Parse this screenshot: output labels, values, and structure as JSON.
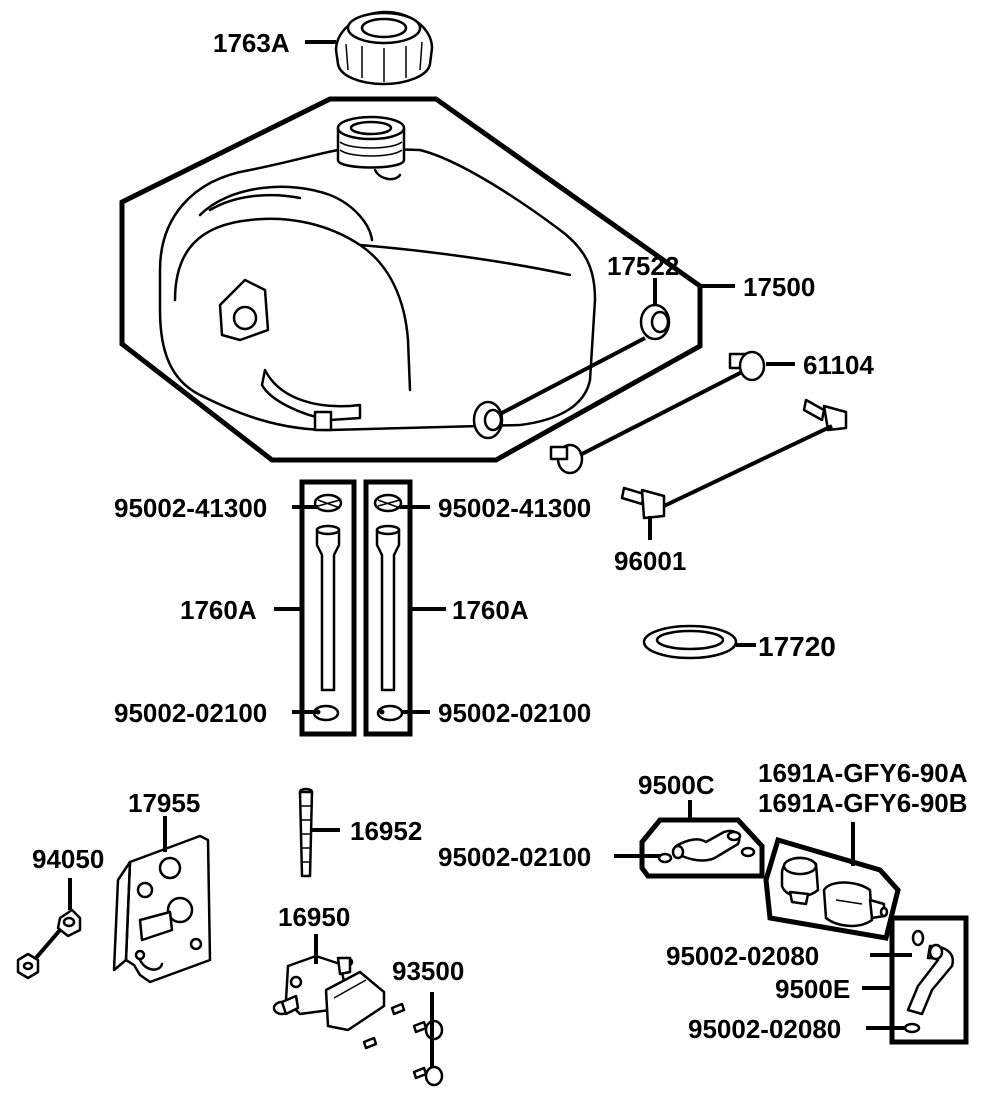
{
  "labels": {
    "cap": "1763A",
    "tank": "17500",
    "grommet": "17522",
    "collar": "61104",
    "bolt": "96001",
    "clamp_top_left": "95002-41300",
    "clamp_top_right": "95002-41300",
    "hose_left": "1760A",
    "hose_right": "1760A",
    "clamp_bottom_left": "95002-02100",
    "clamp_bottom_right": "95002-02100",
    "gasket": "17720",
    "bracket": "17955",
    "nut": "94050",
    "filter": "16952",
    "fuel_cock": "16950",
    "screw": "93500",
    "hose_9500c": "9500C",
    "fuel_filter_a": "1691A-GFY6-90A",
    "fuel_filter_b": "1691A-GFY6-90B",
    "clamp_9500c": "95002-02100",
    "clamp_e_top": "95002-02080",
    "hose_9500e": "9500E",
    "clamp_e_bottom": "95002-02080"
  }
}
